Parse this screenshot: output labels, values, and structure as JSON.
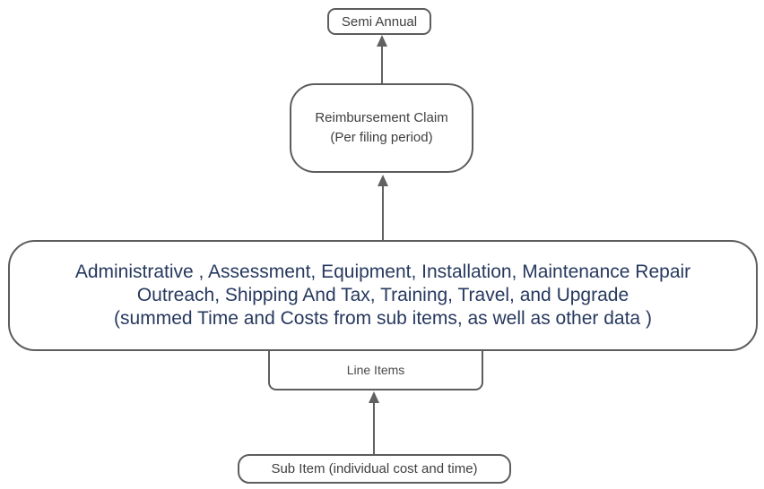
{
  "diagram": {
    "nodes": {
      "semi_annual": {
        "label": "Semi Annual"
      },
      "reimbursement_claim": {
        "line1": "Reimbursement Claim",
        "line2": "(Per filing period)"
      },
      "line_item_categories": {
        "line1": "Administrative , Assessment, Equipment, Installation, Maintenance Repair",
        "line2": "Outreach, Shipping And Tax, Training, Travel, and Upgrade",
        "line3": "(summed Time and Costs from sub items, as well as other data )"
      },
      "line_items": {
        "label": "Line Items"
      },
      "sub_item": {
        "label": "Sub Item (individual cost and time)"
      }
    },
    "edges": [
      {
        "from": "reimbursement_claim",
        "to": "semi_annual",
        "direction": "up"
      },
      {
        "from": "line_item_categories",
        "to": "reimbursement_claim",
        "direction": "up"
      },
      {
        "from": "sub_item",
        "to": "line_items",
        "direction": "up"
      }
    ],
    "colors": {
      "background": "#ffffff",
      "node_border": "#5d5d5d",
      "connector": "#616161",
      "node_text": "#3f3f3f",
      "categories_text": "#27395f"
    }
  }
}
